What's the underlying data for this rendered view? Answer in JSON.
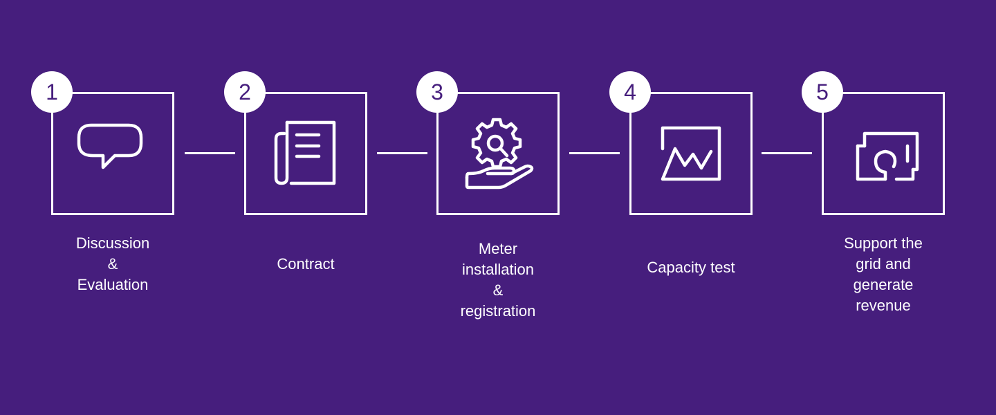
{
  "theme": {
    "background": "#461e7d",
    "foreground": "#ffffff"
  },
  "steps": [
    {
      "number": "1",
      "icon": "speech-bubble-icon",
      "label": "Discussion\n&\nEvaluation"
    },
    {
      "number": "2",
      "icon": "document-scroll-icon",
      "label": "Contract"
    },
    {
      "number": "3",
      "icon": "gear-in-hand-icon",
      "label": "Meter\ninstallation\n&\nregistration"
    },
    {
      "number": "4",
      "icon": "line-chart-icon",
      "label": "Capacity test"
    },
    {
      "number": "5",
      "icon": "banknotes-icon",
      "label": "Support the\ngrid and\ngenerate\nrevenue"
    }
  ]
}
